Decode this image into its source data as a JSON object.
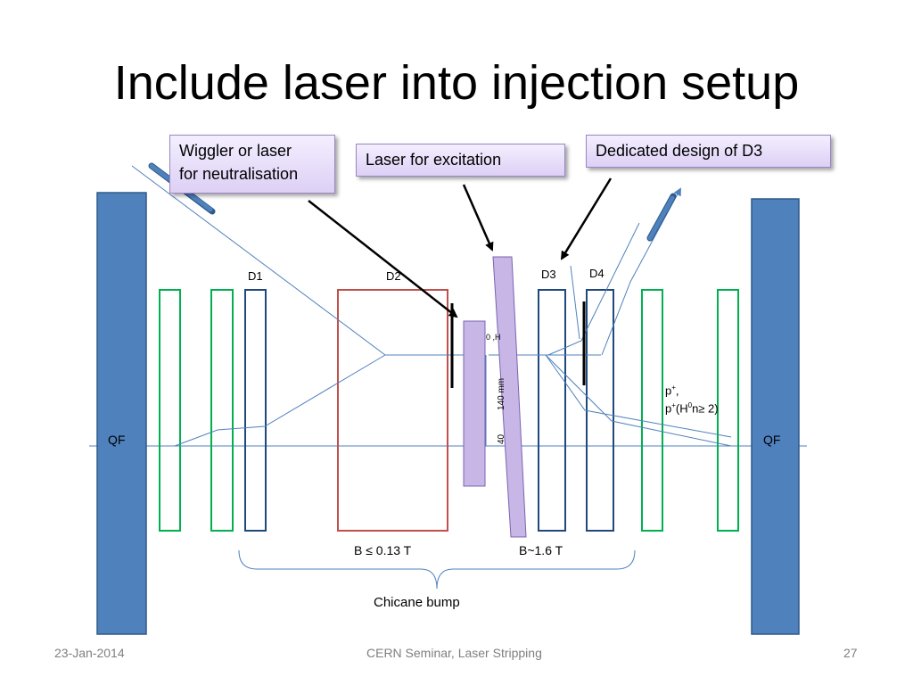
{
  "slide": {
    "title": "Include laser into injection setup"
  },
  "callouts": {
    "wiggler_line1": "Wiggler or laser",
    "wiggler_line2": "for neutralisation",
    "laser_excitation": "Laser for excitation",
    "dedicated_d3": "Dedicated design of D3"
  },
  "labels": {
    "qf_left": "QF",
    "qf_right": "QF",
    "d1": "D1",
    "d2": "D2",
    "d3": "D3",
    "d4": "D4",
    "h_fragment": "0 ,H",
    "dim_140": "140 mm",
    "dim_40": "40",
    "p_plus": "p+,",
    "p_plus_h0": "p+(H0n≥ 2)",
    "b_d2": "B ≤ 0.13 T",
    "b_d3": "B~1.6 T",
    "chicane": "Chicane bump"
  },
  "footer": {
    "date": "23-Jan-2014",
    "center": "CERN Seminar, Laser Stripping",
    "page": "27"
  },
  "colors": {
    "quad_fill": "#4f81bd",
    "quad_stroke": "#2d5a8a",
    "green_magnet": "#00b050",
    "blue_magnet": "#1f497d",
    "red_magnet": "#c0504d",
    "laser_fill": "#c7b6e6",
    "laser_stroke": "#7a64b0",
    "beam_line": "#4f81bd"
  }
}
